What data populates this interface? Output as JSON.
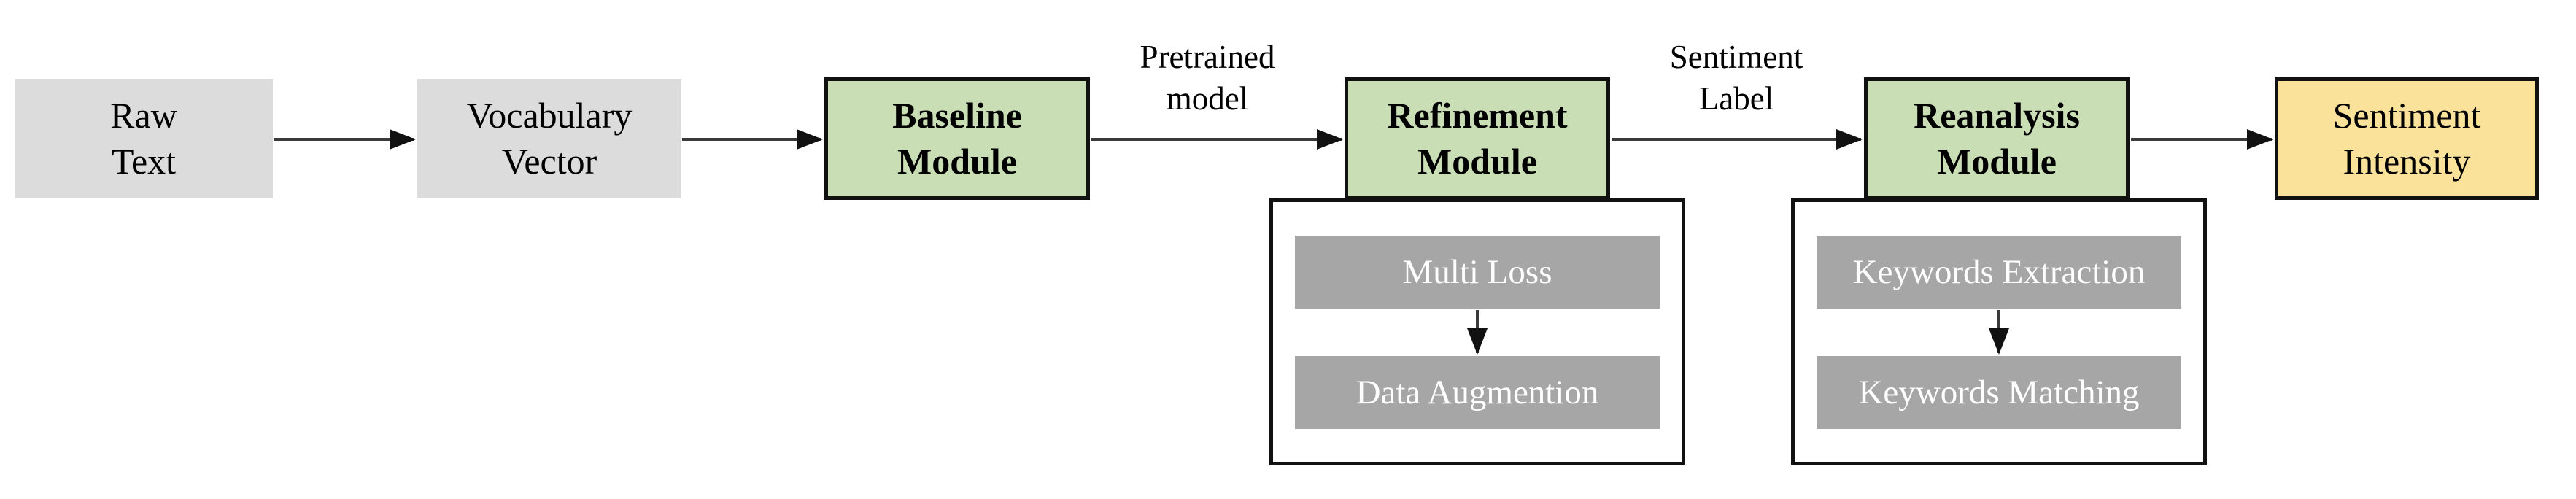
{
  "colors": {
    "node_gray": "#dcdcdc",
    "module_green": "#c9deb4",
    "output_yellow": "#fae29b",
    "step_gray": "#a6a6a6",
    "border_black": "#111111",
    "arrow_color": "#3a3a3a",
    "step_text": "#ffffff",
    "text_color": "#000000"
  },
  "nodes": {
    "raw_text": {
      "lines": [
        "Raw",
        "Text"
      ],
      "style": "gray-input"
    },
    "vocabulary_vector": {
      "lines": [
        "Vocabulary",
        "Vector"
      ],
      "style": "gray-input"
    },
    "baseline_module": {
      "lines": [
        "Baseline",
        "Module"
      ],
      "style": "green-module"
    },
    "refinement_module": {
      "lines": [
        "Refinement",
        "Module"
      ],
      "style": "green-module"
    },
    "reanalysis_module": {
      "lines": [
        "Reanalysis",
        "Module"
      ],
      "style": "green-module"
    },
    "sentiment_intensity": {
      "lines": [
        "Sentiment",
        "Intensity"
      ],
      "style": "yellow-output"
    }
  },
  "edge_labels": {
    "pretrained_model": {
      "lines": [
        "Pretrained",
        "model"
      ]
    },
    "sentiment_label": {
      "lines": [
        "Sentiment",
        "Label"
      ]
    }
  },
  "edges": [
    {
      "from": "raw_text",
      "to": "vocabulary_vector",
      "label": ""
    },
    {
      "from": "vocabulary_vector",
      "to": "baseline_module",
      "label": ""
    },
    {
      "from": "baseline_module",
      "to": "refinement_module",
      "label": "Pretrained model"
    },
    {
      "from": "refinement_module",
      "to": "reanalysis_module",
      "label": "Sentiment Label"
    },
    {
      "from": "reanalysis_module",
      "to": "sentiment_intensity",
      "label": ""
    },
    {
      "from": "multi_loss",
      "to": "data_augmention",
      "label": ""
    },
    {
      "from": "keywords_extraction",
      "to": "keywords_matching",
      "label": ""
    }
  ],
  "refinement_submodule": {
    "steps": [
      "Multi Loss",
      "Data Augmention"
    ]
  },
  "reanalysis_submodule": {
    "steps": [
      "Keywords Extraction",
      "Keywords Matching"
    ]
  }
}
